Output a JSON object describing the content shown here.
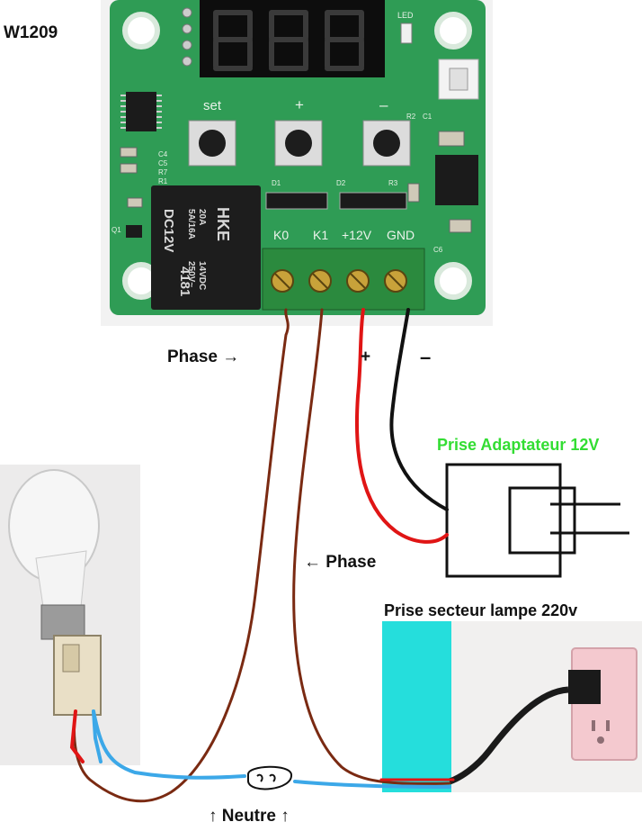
{
  "labels": {
    "model": "W1209",
    "phase_top": "Phase →",
    "plus": "+",
    "minus": "–",
    "adapter": "Prise Adaptateur 12V",
    "phase_mid": "← Phase",
    "socket": "Prise secteur lampe 220v",
    "neutre": "↑ Neutre ↑"
  },
  "board": {
    "display_digits": "888",
    "led_label": "LED",
    "button_set": "set",
    "button_plus": "+",
    "button_minus": "–",
    "terminals": [
      "K0",
      "K1",
      "+12V",
      "GND"
    ],
    "relay_lines": [
      "DC12V",
      "4181"
    ],
    "relay_brand": "HKE",
    "relay_rating": [
      "20A",
      "5A/16A",
      "14VDC",
      "250V~"
    ],
    "silkscreen": [
      "R2",
      "C1",
      "C4",
      "C5",
      "R7",
      "R1",
      "D1",
      "D2",
      "R3",
      "C6",
      "Q1"
    ]
  },
  "colors": {
    "pcb": "#2f9c55",
    "wire_phase": "#7a2a12",
    "wire_positive": "#e01515",
    "wire_negative": "#111111",
    "wire_neutral": "#3ca8e8",
    "adapter_label": "#33dd33",
    "wall_accent": "#25dedc",
    "outlet_plate": "#f4c9cf"
  }
}
